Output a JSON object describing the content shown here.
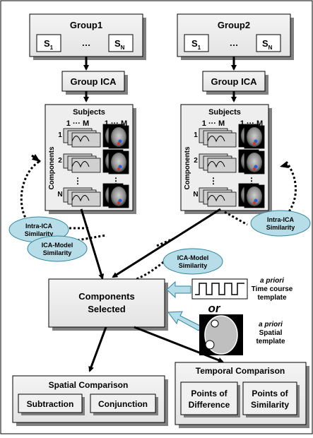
{
  "groups": [
    {
      "title": "Group1",
      "s1_base": "S",
      "s1_sub": "1",
      "ellipsis": "…",
      "sn_base": "S",
      "sn_sub": "N",
      "ica_label": "Group ICA"
    },
    {
      "title": "Group2",
      "s1_base": "S",
      "s1_sub": "1",
      "ellipsis": "…",
      "sn_base": "S",
      "sn_sub": "N",
      "ica_label": "Group ICA"
    }
  ],
  "panel": {
    "subjects_label": "Subjects",
    "range_label": "1 ··· M",
    "components_label": "Components",
    "row_labels": [
      "1",
      "2",
      "N"
    ],
    "vdots": "⋮"
  },
  "similarity": {
    "intra_label": [
      "Intra-ICA",
      "Similarity"
    ],
    "model_label": [
      "ICA-Model",
      "Similarity"
    ]
  },
  "selected": {
    "label": [
      "Components",
      "Selected"
    ]
  },
  "templates": {
    "time_course": [
      "a priori",
      "Time course",
      "template"
    ],
    "or_label": "or",
    "spatial": [
      "a priori",
      "Spatial",
      "template"
    ]
  },
  "spatial_comparison": {
    "title": "Spatial Comparison",
    "items": [
      "Subtraction",
      "Conjunction"
    ]
  },
  "temporal_comparison": {
    "title": "Temporal Comparison",
    "items": [
      [
        "Points of",
        "Difference"
      ],
      [
        "Points of",
        "Similarity"
      ]
    ]
  },
  "colors": {
    "box_fill": "#eeeeee",
    "shadow": "#808080",
    "ellipse_fill": "#b7dde8",
    "ellipse_stroke": "#31859c",
    "light_arrow": "#b7dde8",
    "ink": "#000000"
  }
}
